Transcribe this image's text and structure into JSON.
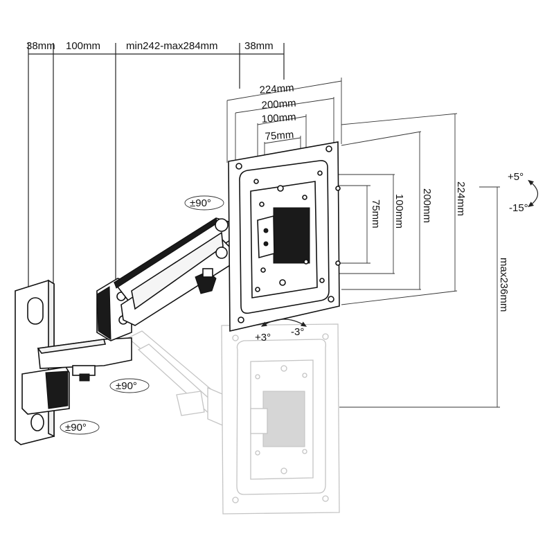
{
  "dimensions": {
    "top": {
      "wall_plate_width": "38mm",
      "bracket_offset": "100mm",
      "arm_reach": "min242-max284mm",
      "head_offset": "38mm"
    },
    "vesa_horizontal": [
      "224mm",
      "200mm",
      "100mm",
      "75mm"
    ],
    "vesa_vertical": [
      "75mm",
      "100mm",
      "200mm",
      "224mm"
    ],
    "height_adjust": "max236mm"
  },
  "rotation": {
    "head_swivel": "±90°",
    "arm_swivel": "±90°",
    "wall_swivel": "±90°",
    "roll_plus": "+3°",
    "roll_minus": "-3°",
    "tilt_up": "+5°",
    "tilt_down": "-15°"
  }
}
